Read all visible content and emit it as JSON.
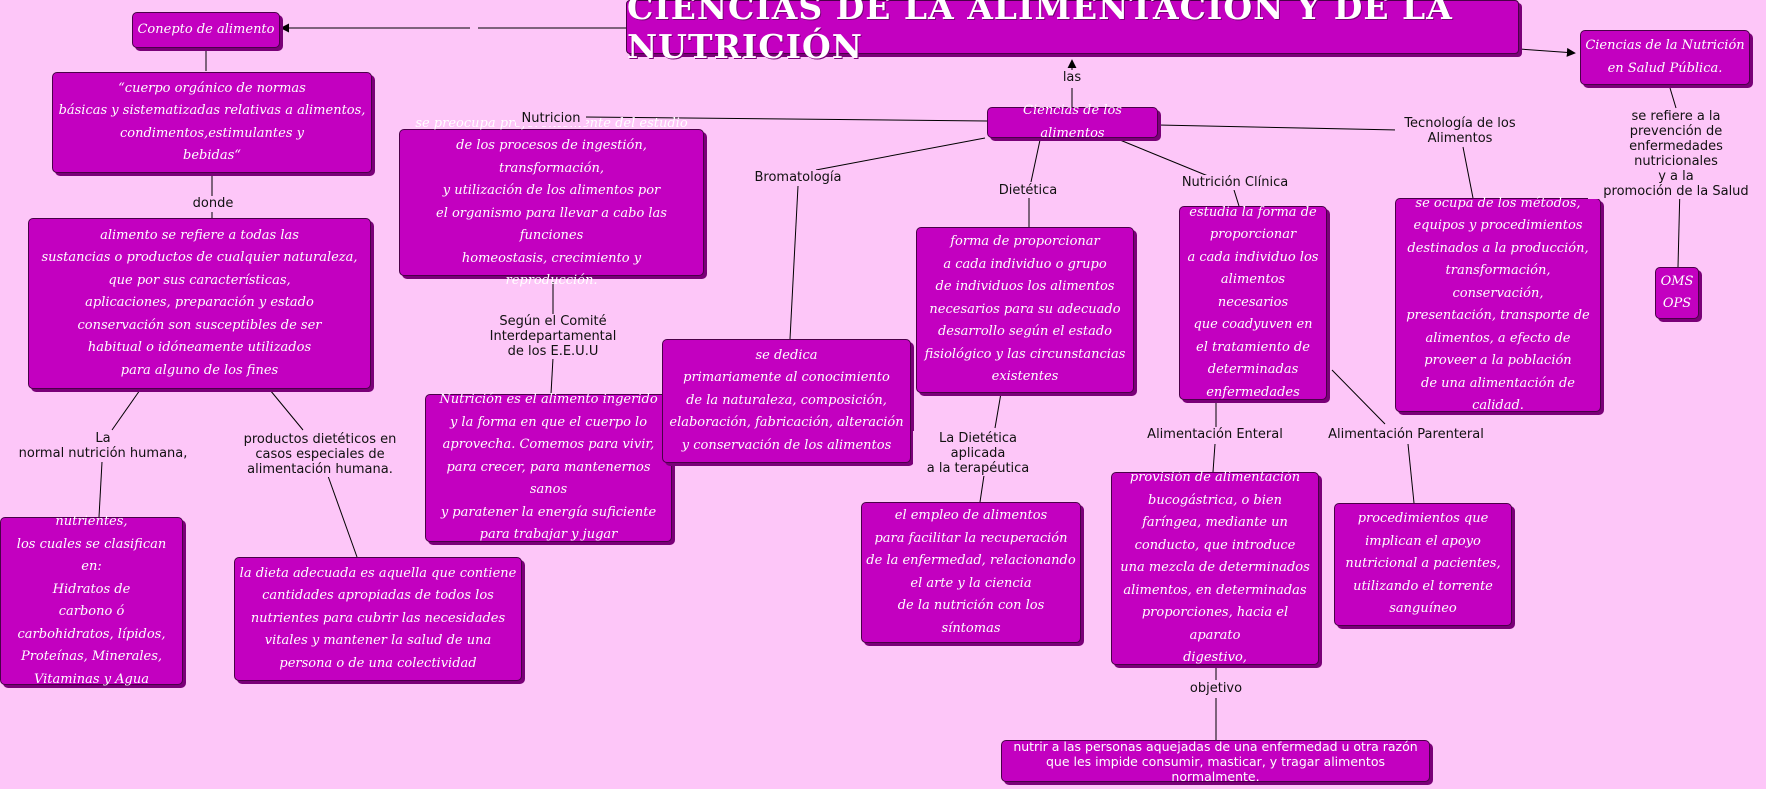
{
  "title": "CIENCIAS DE LA ALIMENTACIÒN Y DE LA NUTRICIÓN",
  "nodes": {
    "concepto": "Conepto de alimento",
    "definicion": "“cuerpo orgánico de normas\nbásicas y sistematizadas relativas a alimentos,\ncondimentos,estimulantes y\nbebidas“",
    "alimento": "alimento se refiere a todas las\nsustancias o productos de cualquier naturaleza,\nque por sus características,\naplicaciones, preparación y estado\nconservación son susceptibles de ser\nhabitual o idóneamente utilizados\npara alguno de los fines",
    "nutrientes": "nutrientes,\nlos cuales se clasifican en:\nHidratos de\ncarbono ó\ncarbohidratos, lípidos,\nProteínas, Minerales,\nVitaminas y Agua",
    "dieta": "la dieta adecuada es aquella que contiene\ncantidades apropiadas de todos los\nnutrientes para cubrir las necesidades\nvitales y mantener la salud de una\npersona o de una colectividad",
    "nutricion_estudio": "se preocupa preferentemente del estudio\nde los procesos de ingestión, transformación,\ny utilización de los alimentos por\nel organismo para llevar a cabo las funciones\nhomeostasis, crecimiento y\nreproducción.",
    "nutricion_def": "Nutrición es el alimento ingerido\ny la forma en que el cuerpo lo\naprovecha. Comemos para vivir,\npara crecer, para mantenernos sanos\ny paratener la energía suficiente\npara trabajar y jugar",
    "bromatologia": "se dedica\nprimariamente al conocimiento\nde la naturaleza, composición,\nelaboración, fabricación, alteración\ny conservación de los alimentos",
    "ciencias_alimentos": "Ciencias de los alimentos",
    "dietetica": "forma de proporcionar\na cada individuo o grupo\nde individuos los alimentos\nnecesarios para su adecuado\ndesarrollo según el estado\nfisiológico y las circunstancias\nexistentes",
    "dietetica_terapeutica": "el empleo de alimentos\npara facilitar la recuperación\nde la enfermedad, relacionando\nel arte y la ciencia\nde la nutrición con los\nsíntomas",
    "nutricion_clinica": "estudia la forma de\nproporcionar\na cada individuo los\nalimentos necesarios\nque coadyuven en\nel tratamiento de\ndeterminadas\nenfermedades",
    "enteral": "provisión de alimentación\nbucogástrica,  o bien\nfaríngea, mediante un\nconducto, que introduce\nuna mezcla de determinados\nalimentos, en determinadas\nproporciones, hacia el aparato\ndigestivo,",
    "parenteral": "procedimientos que\nimplican el apoyo\nnutricional a pacientes,\nutilizando el torrente\nsanguíneo",
    "objetivo_box": "nutrir a las personas aquejadas de una enfermedad u otra razón\nque les impide consumir, masticar, y tragar alimentos normalmente.",
    "tecnologia": "se ocupa de los métodos,\nequipos y procedimientos\ndestinados a la producción,\ntransformación, conservación,\npresentación, transporte de\nalimentos, a efecto de\nproveer a la población\nde una alimentación de\ncalidad.",
    "salud_publica": "Ciencias de la Nutrición\nen Salud Pública.",
    "oms": "OMS\nOPS"
  },
  "labels": {
    "las": "las",
    "donde": "donde",
    "nutricion": "Nutricion",
    "comite": "Según el Comité\nInterdepartamental\nde los E.E.U.U",
    "la_normal": "La\nnormal nutrición humana,",
    "productos": "productos dietéticos en\ncasos especiales de\nalimentación humana.",
    "bromatologia": "Bromatología",
    "dietetica": "Dietética",
    "aplicada": "La Dietética aplicada\na la terapéutica",
    "clinica": "Nutrición Clínica",
    "enteral": "Alimentación Enteral",
    "parenteral": "Alimentación Parenteral",
    "objetivo": "objetivo",
    "tecnologia": "Tecnología de los\nAlimentos",
    "prevencion": "se refiere a la\nprevención de\nenfermedades nutricionales\ny a la\npromoción de la Salud"
  }
}
